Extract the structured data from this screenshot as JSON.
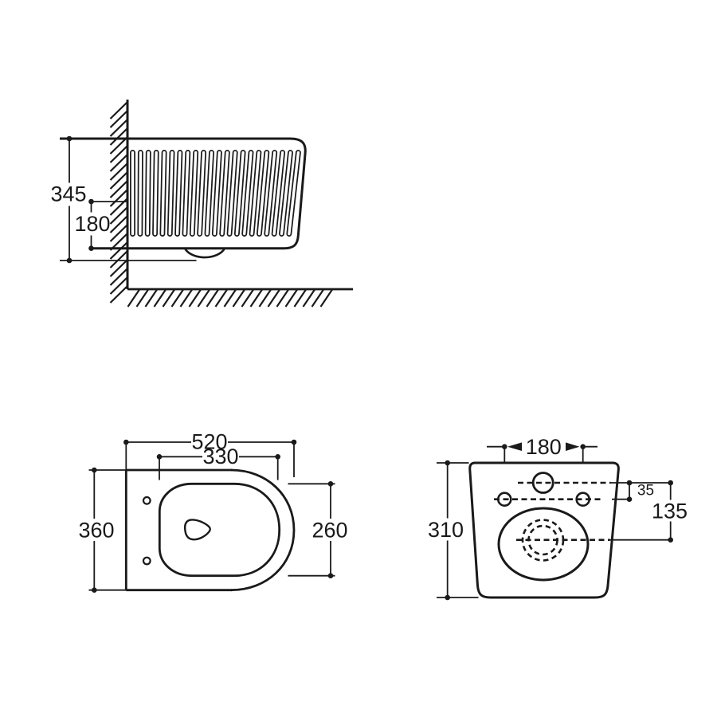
{
  "diagram": {
    "ink": "#1a1a1a",
    "background": "#ffffff",
    "side_view": {
      "overall_height": "345",
      "lower_section_height": "180"
    },
    "plan_view": {
      "overall_depth": "520",
      "inner_depth": "330",
      "overall_width": "360",
      "inner_width": "260"
    },
    "rear_view": {
      "hole_spacing": "180",
      "overall_height": "310",
      "inlet_to_holes": "35",
      "inlet_to_outlet": "135"
    }
  }
}
